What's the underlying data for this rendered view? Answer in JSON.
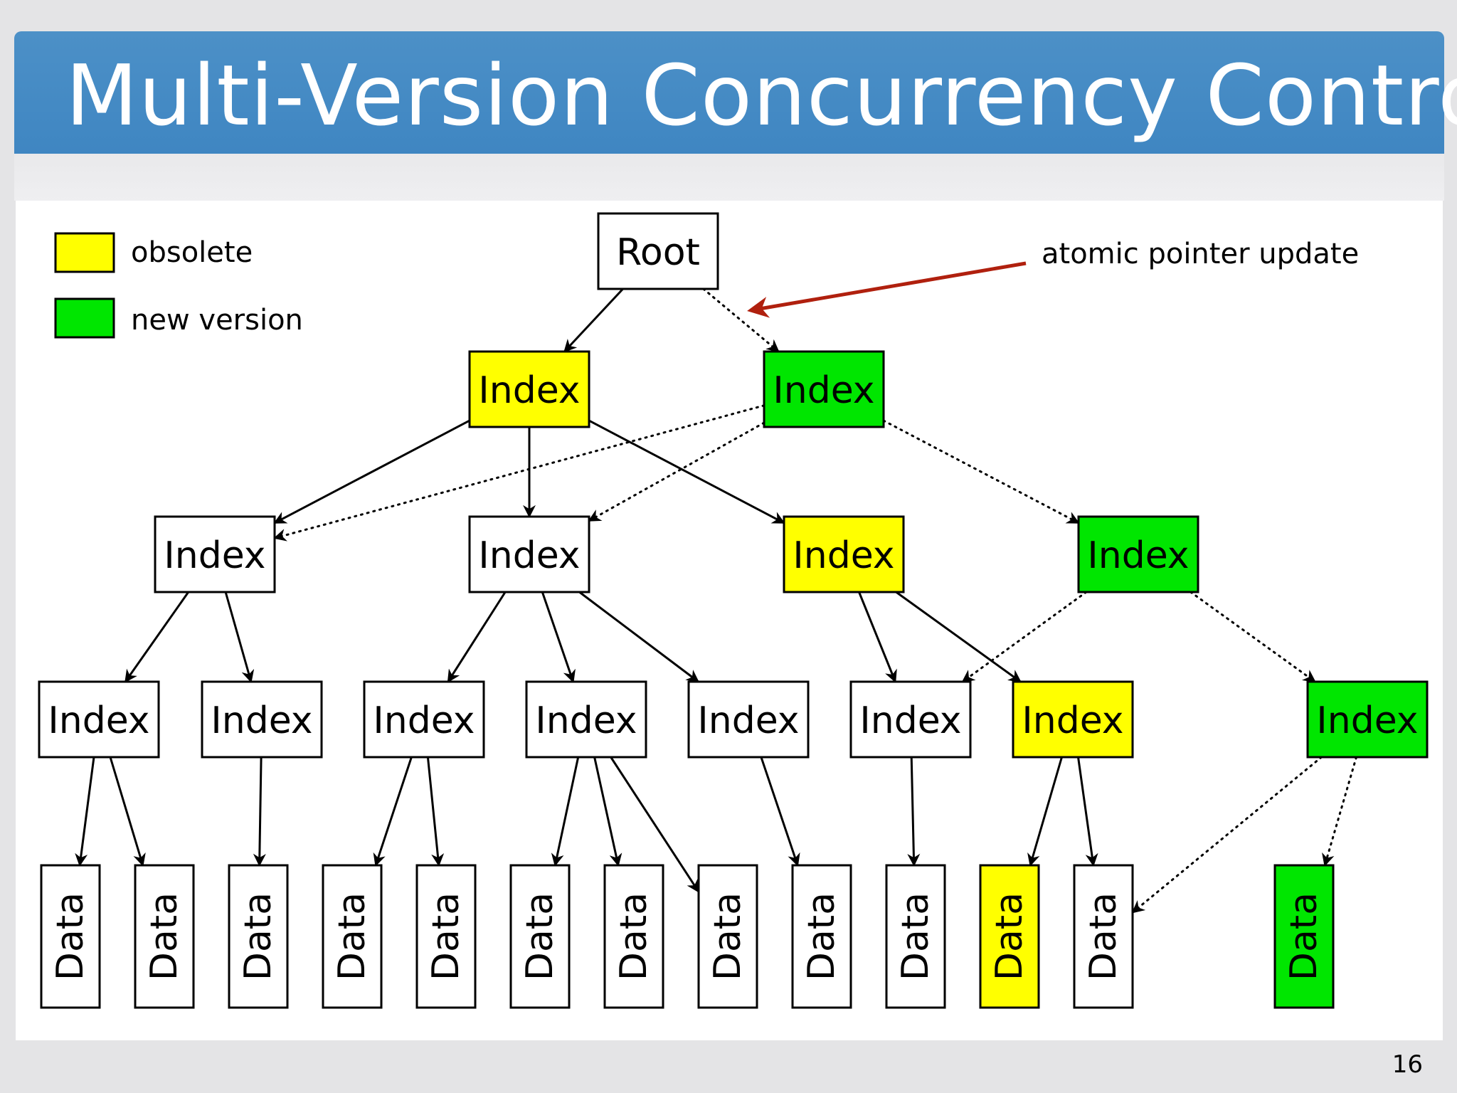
{
  "slide": {
    "title": "Multi-Version Concurrency Control",
    "page_number": "16"
  },
  "legend": {
    "obsolete_label": "obsolete",
    "new_version_label": "new version"
  },
  "annotation": {
    "text": "atomic pointer update"
  },
  "colors": {
    "obsolete": "#ffff00",
    "new_version": "#00e600",
    "normal": "#ffffff",
    "annotation_arrow": "#b0200e",
    "title_bar": "#4489c4"
  },
  "nodes": {
    "root": {
      "label": "Root",
      "state": "normal"
    },
    "l1_old": {
      "label": "Index",
      "state": "obsolete"
    },
    "l1_new": {
      "label": "Index",
      "state": "new_version"
    },
    "l2_a": {
      "label": "Index",
      "state": "normal"
    },
    "l2_b": {
      "label": "Index",
      "state": "normal"
    },
    "l2_c": {
      "label": "Index",
      "state": "obsolete"
    },
    "l2_d": {
      "label": "Index",
      "state": "new_version"
    },
    "l3_a": {
      "label": "Index",
      "state": "normal"
    },
    "l3_b": {
      "label": "Index",
      "state": "normal"
    },
    "l3_c": {
      "label": "Index",
      "state": "normal"
    },
    "l3_d": {
      "label": "Index",
      "state": "normal"
    },
    "l3_e": {
      "label": "Index",
      "state": "normal"
    },
    "l3_f": {
      "label": "Index",
      "state": "normal"
    },
    "l3_g": {
      "label": "Index",
      "state": "obsolete"
    },
    "l3_h": {
      "label": "Index",
      "state": "new_version"
    },
    "d1": {
      "label": "Data",
      "state": "normal"
    },
    "d2": {
      "label": "Data",
      "state": "normal"
    },
    "d3": {
      "label": "Data",
      "state": "normal"
    },
    "d4": {
      "label": "Data",
      "state": "normal"
    },
    "d5": {
      "label": "Data",
      "state": "normal"
    },
    "d6": {
      "label": "Data",
      "state": "normal"
    },
    "d7": {
      "label": "Data",
      "state": "normal"
    },
    "d8": {
      "label": "Data",
      "state": "normal"
    },
    "d9": {
      "label": "Data",
      "state": "normal"
    },
    "d10": {
      "label": "Data",
      "state": "normal"
    },
    "d11": {
      "label": "Data",
      "state": "obsolete"
    },
    "d12": {
      "label": "Data",
      "state": "normal"
    },
    "d13": {
      "label": "Data",
      "state": "new_version"
    }
  },
  "edges": [
    {
      "from": "root",
      "to": "l1_old",
      "style": "solid"
    },
    {
      "from": "root",
      "to": "l1_new",
      "style": "dotted"
    },
    {
      "from": "l1_old",
      "to": "l2_a",
      "style": "solid"
    },
    {
      "from": "l1_old",
      "to": "l2_b",
      "style": "solid"
    },
    {
      "from": "l1_old",
      "to": "l2_c",
      "style": "solid"
    },
    {
      "from": "l1_new",
      "to": "l2_a",
      "style": "dotted"
    },
    {
      "from": "l1_new",
      "to": "l2_b",
      "style": "dotted"
    },
    {
      "from": "l1_new",
      "to": "l2_d",
      "style": "dotted"
    },
    {
      "from": "l2_a",
      "to": "l3_a",
      "style": "solid"
    },
    {
      "from": "l2_a",
      "to": "l3_b",
      "style": "solid"
    },
    {
      "from": "l2_b",
      "to": "l3_c",
      "style": "solid"
    },
    {
      "from": "l2_b",
      "to": "l3_d",
      "style": "solid"
    },
    {
      "from": "l2_b",
      "to": "l3_e",
      "style": "solid"
    },
    {
      "from": "l2_c",
      "to": "l3_f",
      "style": "solid"
    },
    {
      "from": "l2_c",
      "to": "l3_g",
      "style": "solid"
    },
    {
      "from": "l2_d",
      "to": "l3_f",
      "style": "dotted"
    },
    {
      "from": "l2_d",
      "to": "l3_h",
      "style": "dotted"
    },
    {
      "from": "l3_a",
      "to": "d1",
      "style": "solid"
    },
    {
      "from": "l3_a",
      "to": "d2",
      "style": "solid"
    },
    {
      "from": "l3_b",
      "to": "d3",
      "style": "solid"
    },
    {
      "from": "l3_c",
      "to": "d4",
      "style": "solid"
    },
    {
      "from": "l3_c",
      "to": "d5",
      "style": "solid"
    },
    {
      "from": "l3_d",
      "to": "d6",
      "style": "solid"
    },
    {
      "from": "l3_d",
      "to": "d7",
      "style": "solid"
    },
    {
      "from": "l3_d",
      "to": "d8",
      "style": "solid"
    },
    {
      "from": "l3_e",
      "to": "d9",
      "style": "solid"
    },
    {
      "from": "l3_f",
      "to": "d10",
      "style": "solid"
    },
    {
      "from": "l3_g",
      "to": "d11",
      "style": "solid"
    },
    {
      "from": "l3_g",
      "to": "d12",
      "style": "solid"
    },
    {
      "from": "l3_h",
      "to": "d12",
      "style": "dotted"
    },
    {
      "from": "l3_h",
      "to": "d13",
      "style": "dotted"
    }
  ]
}
